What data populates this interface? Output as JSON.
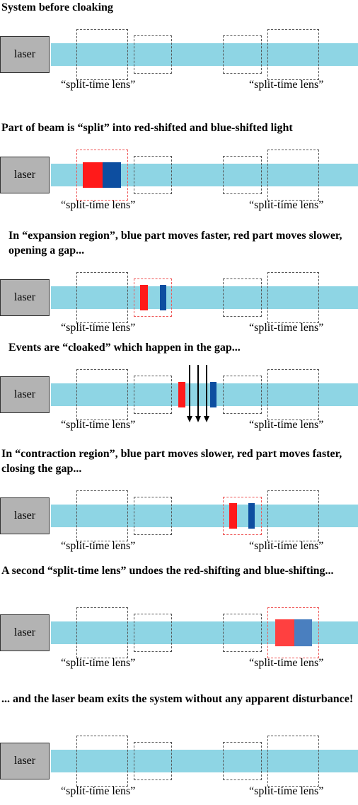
{
  "colors": {
    "beam": "#8ed5e4",
    "laser_box": "#b3b3b3",
    "red_shifted": "#ff1a1a",
    "blue_shifted": "#0d4ea0",
    "red_restored": "#ff4040",
    "blue_restored": "#4a7fbf",
    "active_box_border": "#ee5555",
    "box_border": "#555555"
  },
  "laser_label": "laser",
  "lens_label": "“split-time lens”",
  "panels": [
    {
      "heading": "System before cloaking"
    },
    {
      "heading": "Part of beam is “split” into red-shifted and blue-shifted light"
    },
    {
      "heading": "In “expansion region”, blue part moves faster, red part moves slower, opening a gap..."
    },
    {
      "heading": "Events are “cloaked” which happen in the gap..."
    },
    {
      "heading": "In “contraction region”, blue part moves slower, red part moves faster, closing the gap..."
    },
    {
      "heading": "A second “split-time lens” undoes the red-shifting and blue-shifting..."
    },
    {
      "heading": "... and the laser beam exits the system without any apparent disturbance!"
    }
  ]
}
